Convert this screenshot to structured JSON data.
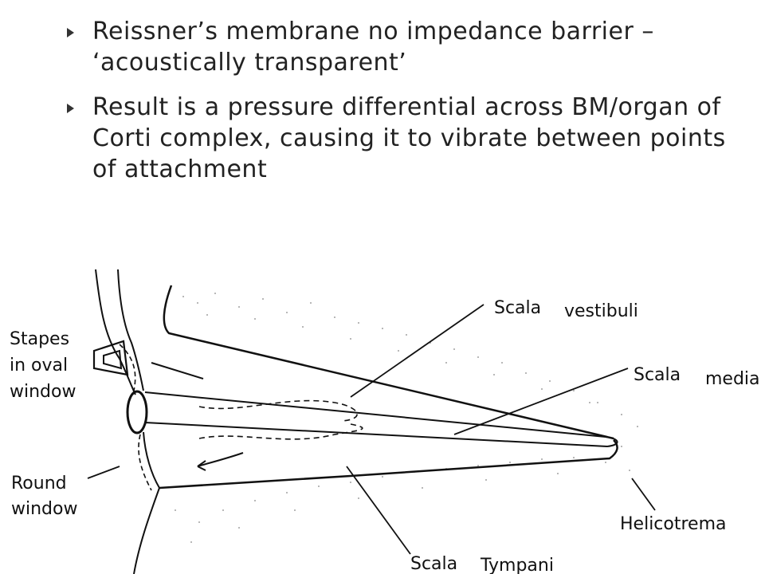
{
  "bullets": [
    "Reissner’s membrane no impedance barrier – ‘acoustically transparent’",
    "Result is a pressure differential across BM/organ of Corti complex, causing it to vibrate between points of attachment"
  ],
  "diagram": {
    "labels": {
      "stapes_1": "Stapes",
      "stapes_2": "in oval",
      "stapes_3": "window",
      "round_1": "Round",
      "round_2": "window",
      "vestibuli_1": "Scala",
      "vestibuli_2": "vestibuli",
      "media_1": "Scala",
      "media_2": "media",
      "helicotrema": "Helicotrema",
      "tympani_1": "Scala",
      "tympani_2": "Tympani"
    }
  }
}
